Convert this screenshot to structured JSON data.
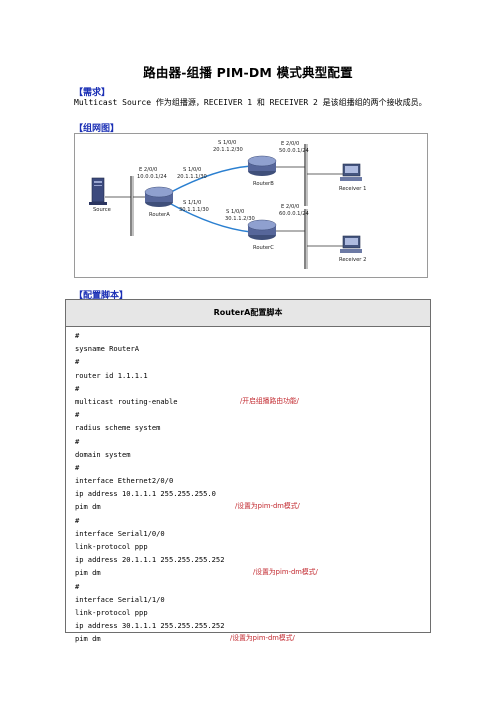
{
  "title": "路由器-组播 PIM-DM 模式典型配置",
  "sections": {
    "requirements_heading": "【需求】",
    "requirements_text": "Multicast Source 作为组播源，RECEIVER 1 和 RECEIVER 2 是该组播组的两个接收成员。",
    "topology_heading": "【组网图】",
    "script_heading": "【配置脚本】"
  },
  "diagram": {
    "source_label": "Source",
    "routerA_label": "RouterA",
    "routerB_label": "RouterB",
    "routerC_label": "RouterC",
    "receiver1_label": "Receiver 1",
    "receiver2_label": "Receiver 2",
    "a_e200": "E 2/0/0",
    "a_e200_ip": "10.0.0.1/24",
    "a_s100": "S 1/0/0",
    "a_s100_ip": "20.1.1.1/30",
    "a_s110": "S 1/1/0",
    "a_s110_ip": "30.1.1.1/30",
    "b_s100": "S 1/0/0",
    "b_s100_ip": "20.1.1.2/30",
    "b_e200": "E 2/0/0",
    "b_e200_ip": "50.0.0.1/24",
    "c_s100": "S 1/0/0",
    "c_s100_ip": "30.1.1.2/30",
    "c_e200": "E 2/0/0",
    "c_e200_ip": "60.0.0.1/24"
  },
  "config": {
    "table_title": "RouterA配置脚本",
    "lines": [
      {
        "code": "#",
        "comment": ""
      },
      {
        "code": "sysname RouterA",
        "comment": ""
      },
      {
        "code": "#",
        "comment": ""
      },
      {
        "code": "router id 1.1.1.1",
        "comment": ""
      },
      {
        "code": "#",
        "comment": ""
      },
      {
        "code": "multicast routing-enable",
        "comment": "/开启组播路由功能/"
      },
      {
        "code": "#",
        "comment": ""
      },
      {
        "code": "radius scheme system",
        "comment": ""
      },
      {
        "code": "#",
        "comment": ""
      },
      {
        "code": "domain system",
        "comment": ""
      },
      {
        "code": "#",
        "comment": ""
      },
      {
        "code": "interface Ethernet2/0/0",
        "comment": ""
      },
      {
        "code": "ip address 10.1.1.1 255.255.255.0",
        "comment": ""
      },
      {
        "code": "pim dm",
        "comment": "/设置为pim-dm模式/"
      },
      {
        "code": "#",
        "comment": ""
      },
      {
        "code": "interface Serial1/0/0",
        "comment": ""
      },
      {
        "code": "link-protocol ppp",
        "comment": ""
      },
      {
        "code": "ip address 20.1.1.1 255.255.255.252",
        "comment": ""
      },
      {
        "code": "pim dm",
        "comment": "/设置为pim-dm模式/"
      },
      {
        "code": "#",
        "comment": ""
      },
      {
        "code": "interface Serial1/1/0",
        "comment": ""
      },
      {
        "code": "link-protocol ppp",
        "comment": ""
      },
      {
        "code": "ip address 30.1.1.1 255.255.255.252",
        "comment": ""
      },
      {
        "code": "pim dm",
        "comment": "/设置为pim-dm模式/"
      }
    ]
  }
}
